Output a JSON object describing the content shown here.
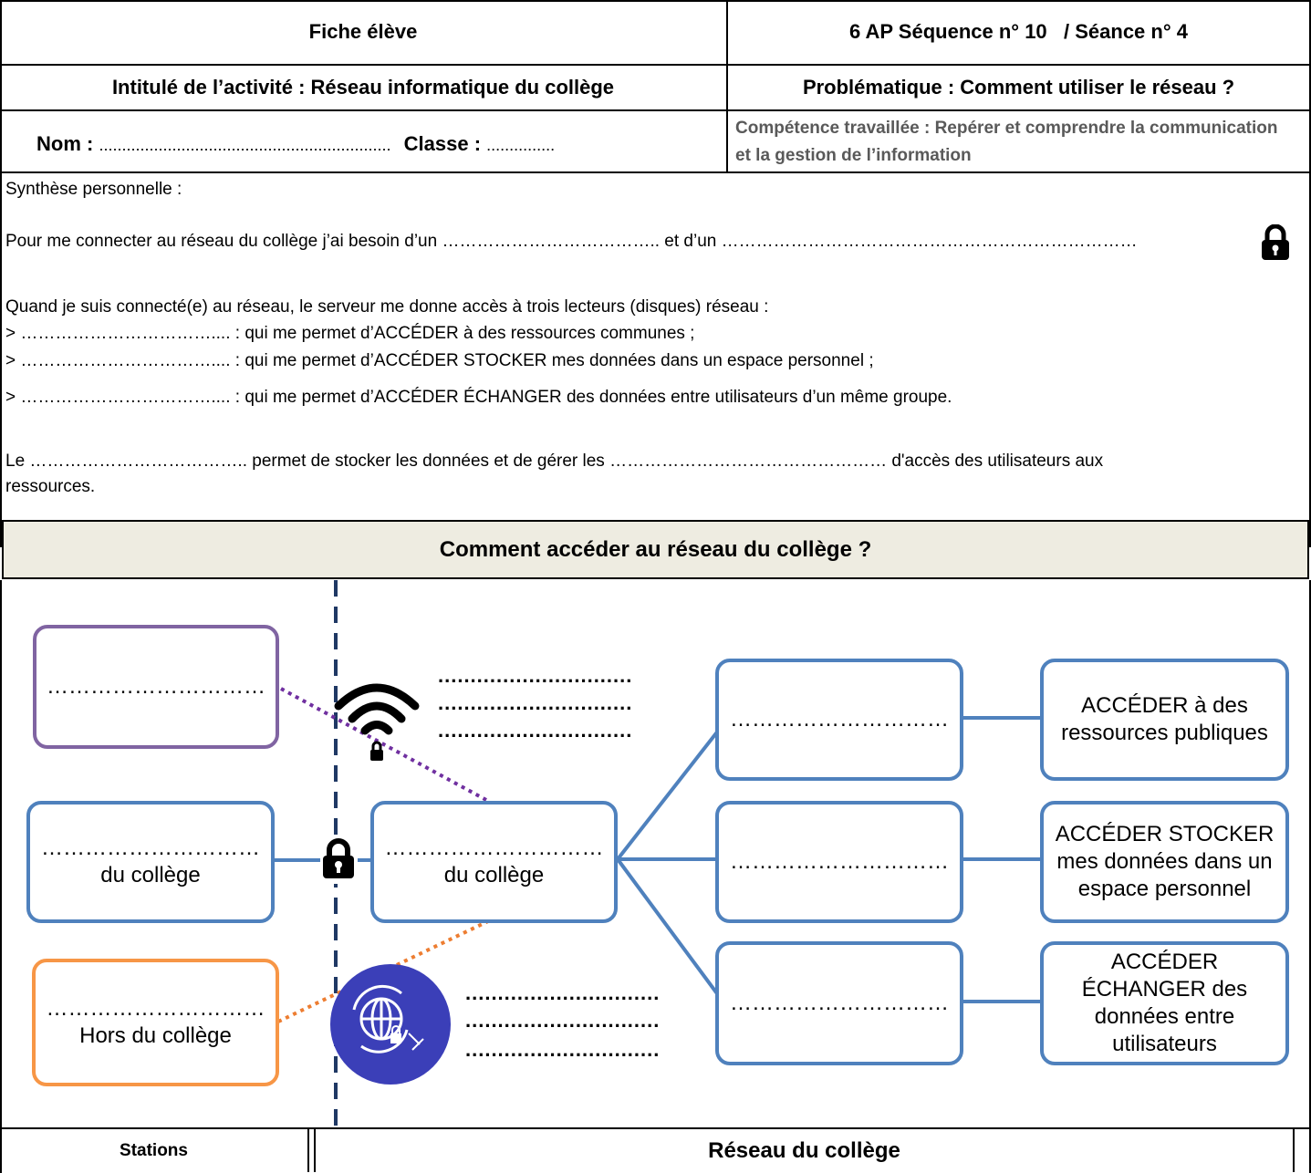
{
  "header": {
    "fiche": "Fiche élève",
    "sequence": "6 AP Séquence n° 10   / Séance n° 4",
    "intitule": "Intitulé de l’activité : Réseau informatique du collège",
    "problematique": "Problématique : Comment utiliser le réseau ?",
    "nom_label": "Nom :",
    "nom_dots": "................................................................",
    "classe_label": "Classe :",
    "classe_dots": "...............",
    "competence": "Compétence travaillée : Repérer et comprendre la communication et la gestion de l’information"
  },
  "synthese": {
    "title": "Synthèse personnelle :",
    "line1": "Pour me connecter au réseau du collège j’ai besoin d’un ……………………………….. et d’un ………………………………………………………………",
    "line2": "Quand je suis connecté(e) au réseau, le serveur me donne accès à trois lecteurs (disques) réseau :",
    "item1": "> …………………………….... : qui me permet d’ACCÉDER à des ressources communes ;",
    "item2": "> …………………………….... : qui me permet d’ACCÉDER STOCKER mes données dans un espace personnel ;",
    "item3": "> …………………………….... : qui me permet d’ACCÉDER ÉCHANGER des données entre utilisateurs d’un même groupe.",
    "line3a": "Le ……………………………….. permet de stocker les données et de gérer les ………………………………………… d'accès des utilisateurs aux",
    "line3b": "ressources."
  },
  "diagram": {
    "title": "Comment accéder au réseau du collège ?",
    "dots": "…………………………",
    "du_college": "du collège",
    "hors_college": "Hors du collège",
    "access1": "ACCÉDER à des ressources publiques",
    "access2": "ACCÉDER STOCKER mes données dans un espace personnel",
    "access3": "ACCÉDER ÉCHANGER des données entre utilisateurs",
    "dotted_line": ".............................."
  },
  "footer": {
    "stations": "Stations",
    "reseau": "Réseau du collège"
  },
  "colors": {
    "blue": "#4F81BD",
    "purple": "#8064A2",
    "orange": "#F79646",
    "navy": "#1F3864",
    "header_bg": "#EEECE1"
  }
}
